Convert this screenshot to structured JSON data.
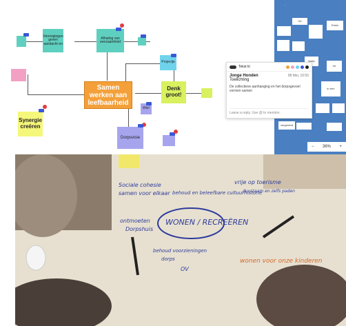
{
  "board": {
    "notes": {
      "left_teal_1": "",
      "mid_teal_title": "Verenigingen geven aandacht en",
      "top_teal_right": "Afhaling van eenzaamheid",
      "small_teal_right": "",
      "pink_left": "",
      "cyan_right": "Projectje",
      "central": "Samen werken aan leefbaarheid",
      "denk_groot": "Denk groot!",
      "synergie": "Synergie creëren",
      "wie": "Wie!",
      "dorpsvisie": "Dorpsvisie",
      "lime_small": "",
      "bottom_purple_small": ""
    }
  },
  "panel": {
    "toolbar_label": "Tekst kl",
    "username": "Jonge Honden",
    "subtitle": "Toelichting",
    "time": "08 Mei, 10:50",
    "body": "De collectieve aanhanging en het dorpsgevoel vormen samen",
    "reply_placeholder": "Leave a reply. Use @ to mention."
  },
  "right_board": {
    "header": "...",
    "cards": [
      "Oe",
      "Notto",
      "Ve",
      "in een",
      "",
      "",
      "Erwin",
      "",
      "",
      "",
      "vergroend",
      "",
      "",
      ""
    ],
    "zoom_label": "36%"
  },
  "photo": {
    "center_label": "WONEN / RECREËREN",
    "phrases": [
      "Sociale cohesie",
      "samen voor elkaar",
      "behoud en beleefbare cultuurhistorie",
      "vrije op toerisme",
      "duurzaam en zelfs paden",
      "ontmoeten",
      "Dorpshuis",
      "behoud voorzieningen",
      "dorps",
      "wonen voor onze kinderen",
      "OV"
    ]
  }
}
